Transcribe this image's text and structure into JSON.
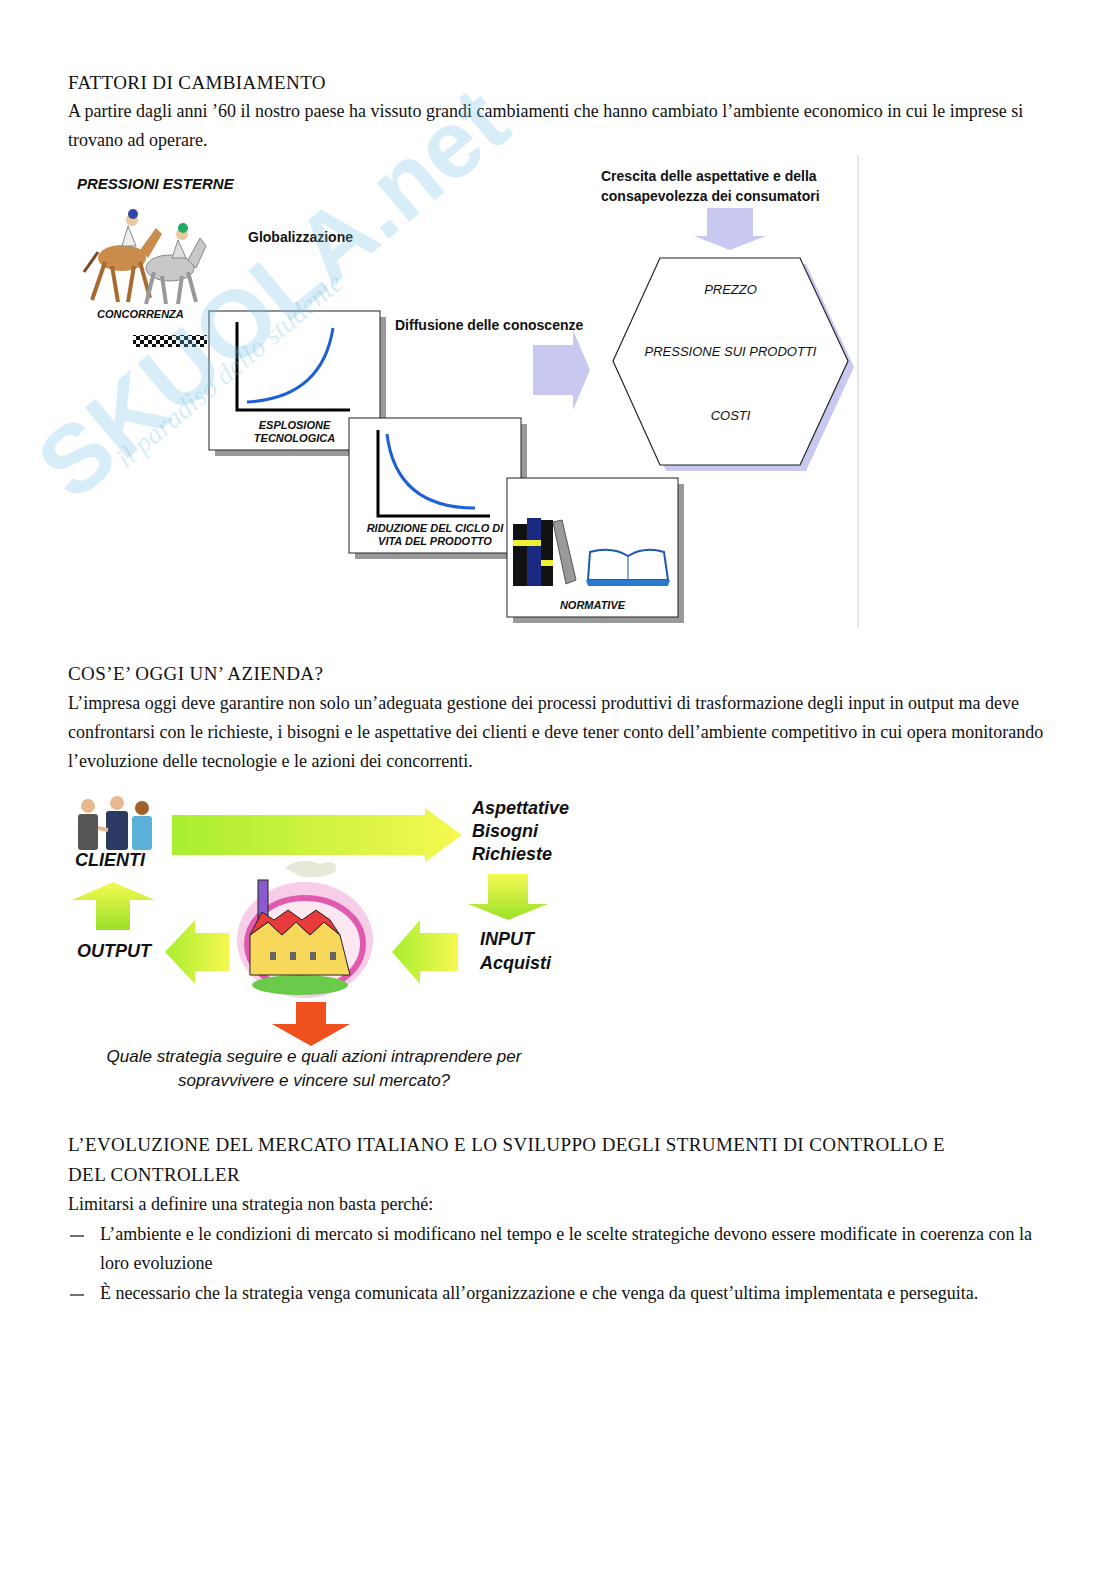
{
  "diagram": {
    "nodes": [
      {
        "text": [
          "ESPLOSIONE TECNOLOGICA"
        ]
      },
      {
        "text": [
          "RIDUZIONE DEL CICLO DI VITA DEL PRODOTTO"
        ]
      },
      {
        "text": [
          "NORMATIVE"
        ]
      },
      {
        "text": [
          "PREZZO",
          "PRESSIONE SUI PRODOTTI",
          "COSTI"
        ]
      }
    ],
    "labels": [
      "FATTORI DI CAMBIAMENTO",
      "A partire dagli anni ’60 il nostro paese ha vissuto grandi cambiamenti che hanno cambiato l’ambiente economico in cui le imprese si trovano ad operare.",
      "PRESSIONI ESTERNE",
      "Globalizzazione",
      "CONCORRENZA",
      "Diffusione delle conoscenze",
      "Crescita delle aspettative e della consapevolezza dei consumatori",
      "COS’E’ OGGI UN’ AZIENDA?",
      "L’impresa oggi deve garantire non solo un’adeguata gestione dei processi produttivi di trasformazione degli input in output ma deve confrontarsi con le richieste, i bisogni e le aspettative dei clienti e deve tener conto dell’ambiente competitivo in cui opera monitorando l’evoluzione delle tecnologie e le azioni dei concorrenti.",
      "CLIENTI",
      "Aspettative Bisogni Richieste",
      "INPUT Acquisti",
      "OUTPUT",
      "Quale strategia seguire e quali azioni intraprendere per sopravvivere e vincere sul mercato?",
      "L’EVOLUZIONE DEL MERCATO ITALIANO E LO SVILUPPO DEGLI STRUMENTI DI CONTROLLO E DEL CONTROLLER",
      "Limitarsi a definire una strategia non basta perché:",
      "L’ambiente e le condizioni di mercato si modificano nel tempo e le scelte strategiche devono essere modificate in coerenza con la loro evoluzione",
      "È necessario che la strategia venga comunicata all’organizzazione e che venga da quest’ultima implementata e perseguita.",
      "SKUOLA.net",
      "il paradiso dello studente"
    ]
  }
}
